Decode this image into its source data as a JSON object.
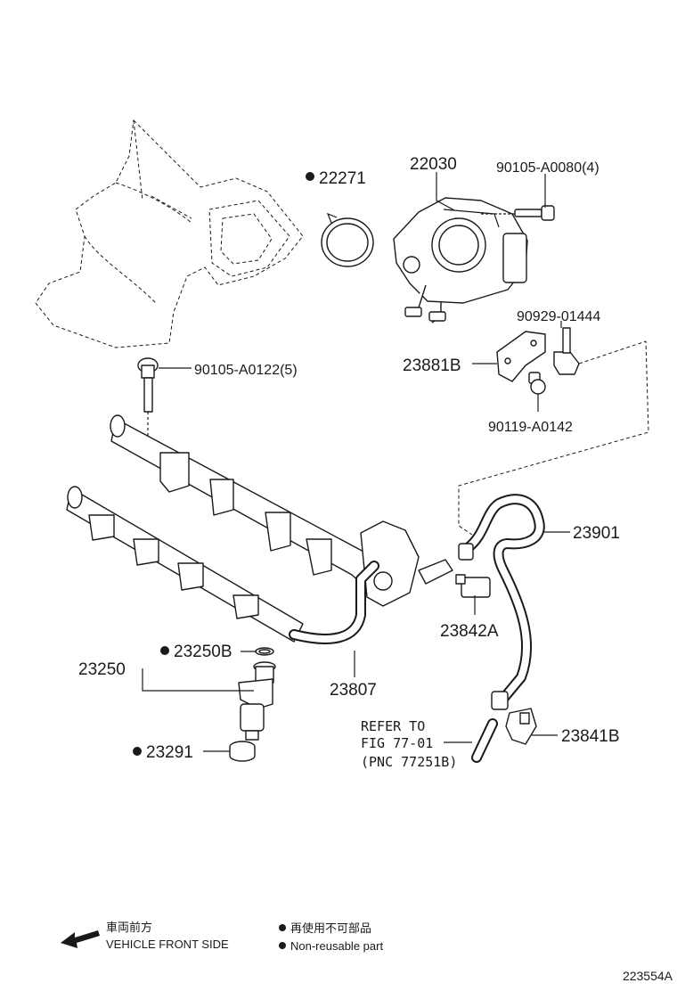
{
  "parts": {
    "p22271": "22271",
    "p22030": "22030",
    "p90105_a0080": "90105-A0080(4)",
    "p90929_01444": "90929-01444",
    "p90105_a0122": "90105-A0122(5)",
    "p23881b": "23881B",
    "p90119_a0142": "90119-A0142",
    "p23901": "23901",
    "p23842a": "23842A",
    "p23807": "23807",
    "p23250b": "23250B",
    "p23250": "23250",
    "p23291": "23291",
    "p23841b": "23841B"
  },
  "refer": {
    "line1": "REFER TO",
    "line2": "FIG 77-01",
    "line3": "(PNC 77251B)"
  },
  "legend": {
    "front_jp": "車両前方",
    "front_en": "VEHICLE FRONT SIDE",
    "nonreuse_jp": "再使用不可部品",
    "nonreuse_en": "Non-reusable part"
  },
  "figure_id": "223554A",
  "icons": {
    "arrow": "front-arrow-icon",
    "bullet": "non-reusable-dot-icon"
  },
  "colors": {
    "ink": "#1a1a1a",
    "paper": "#ffffff"
  }
}
